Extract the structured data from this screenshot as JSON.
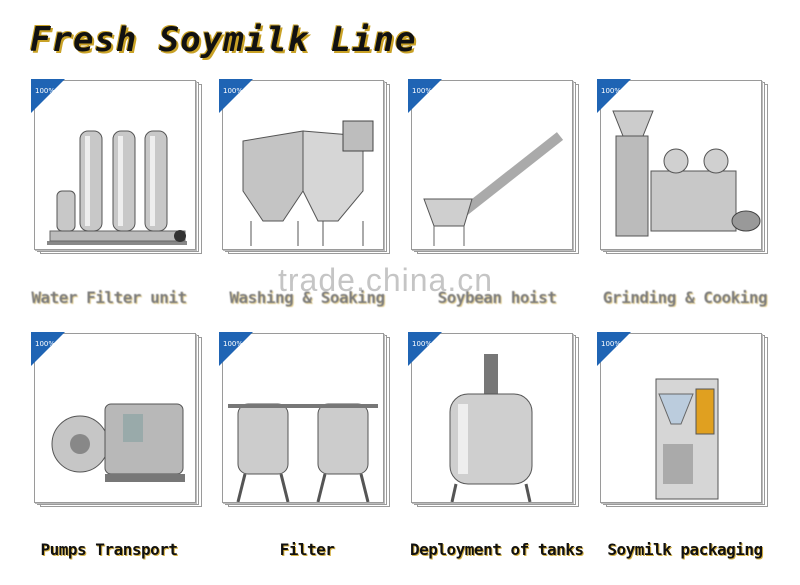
{
  "title": "Fresh Soymilk Line",
  "watermark": "trade.china.cn",
  "badge_text": "100%",
  "items": [
    {
      "label": "Water Filter unit"
    },
    {
      "label": "Washing & Soaking"
    },
    {
      "label": "Soybean hoist"
    },
    {
      "label": "Grinding & Cooking"
    },
    {
      "label": "Pumps Transport"
    },
    {
      "label": "Filter"
    },
    {
      "label": "Deployment of tanks"
    },
    {
      "label": "Soymilk packaging"
    }
  ]
}
